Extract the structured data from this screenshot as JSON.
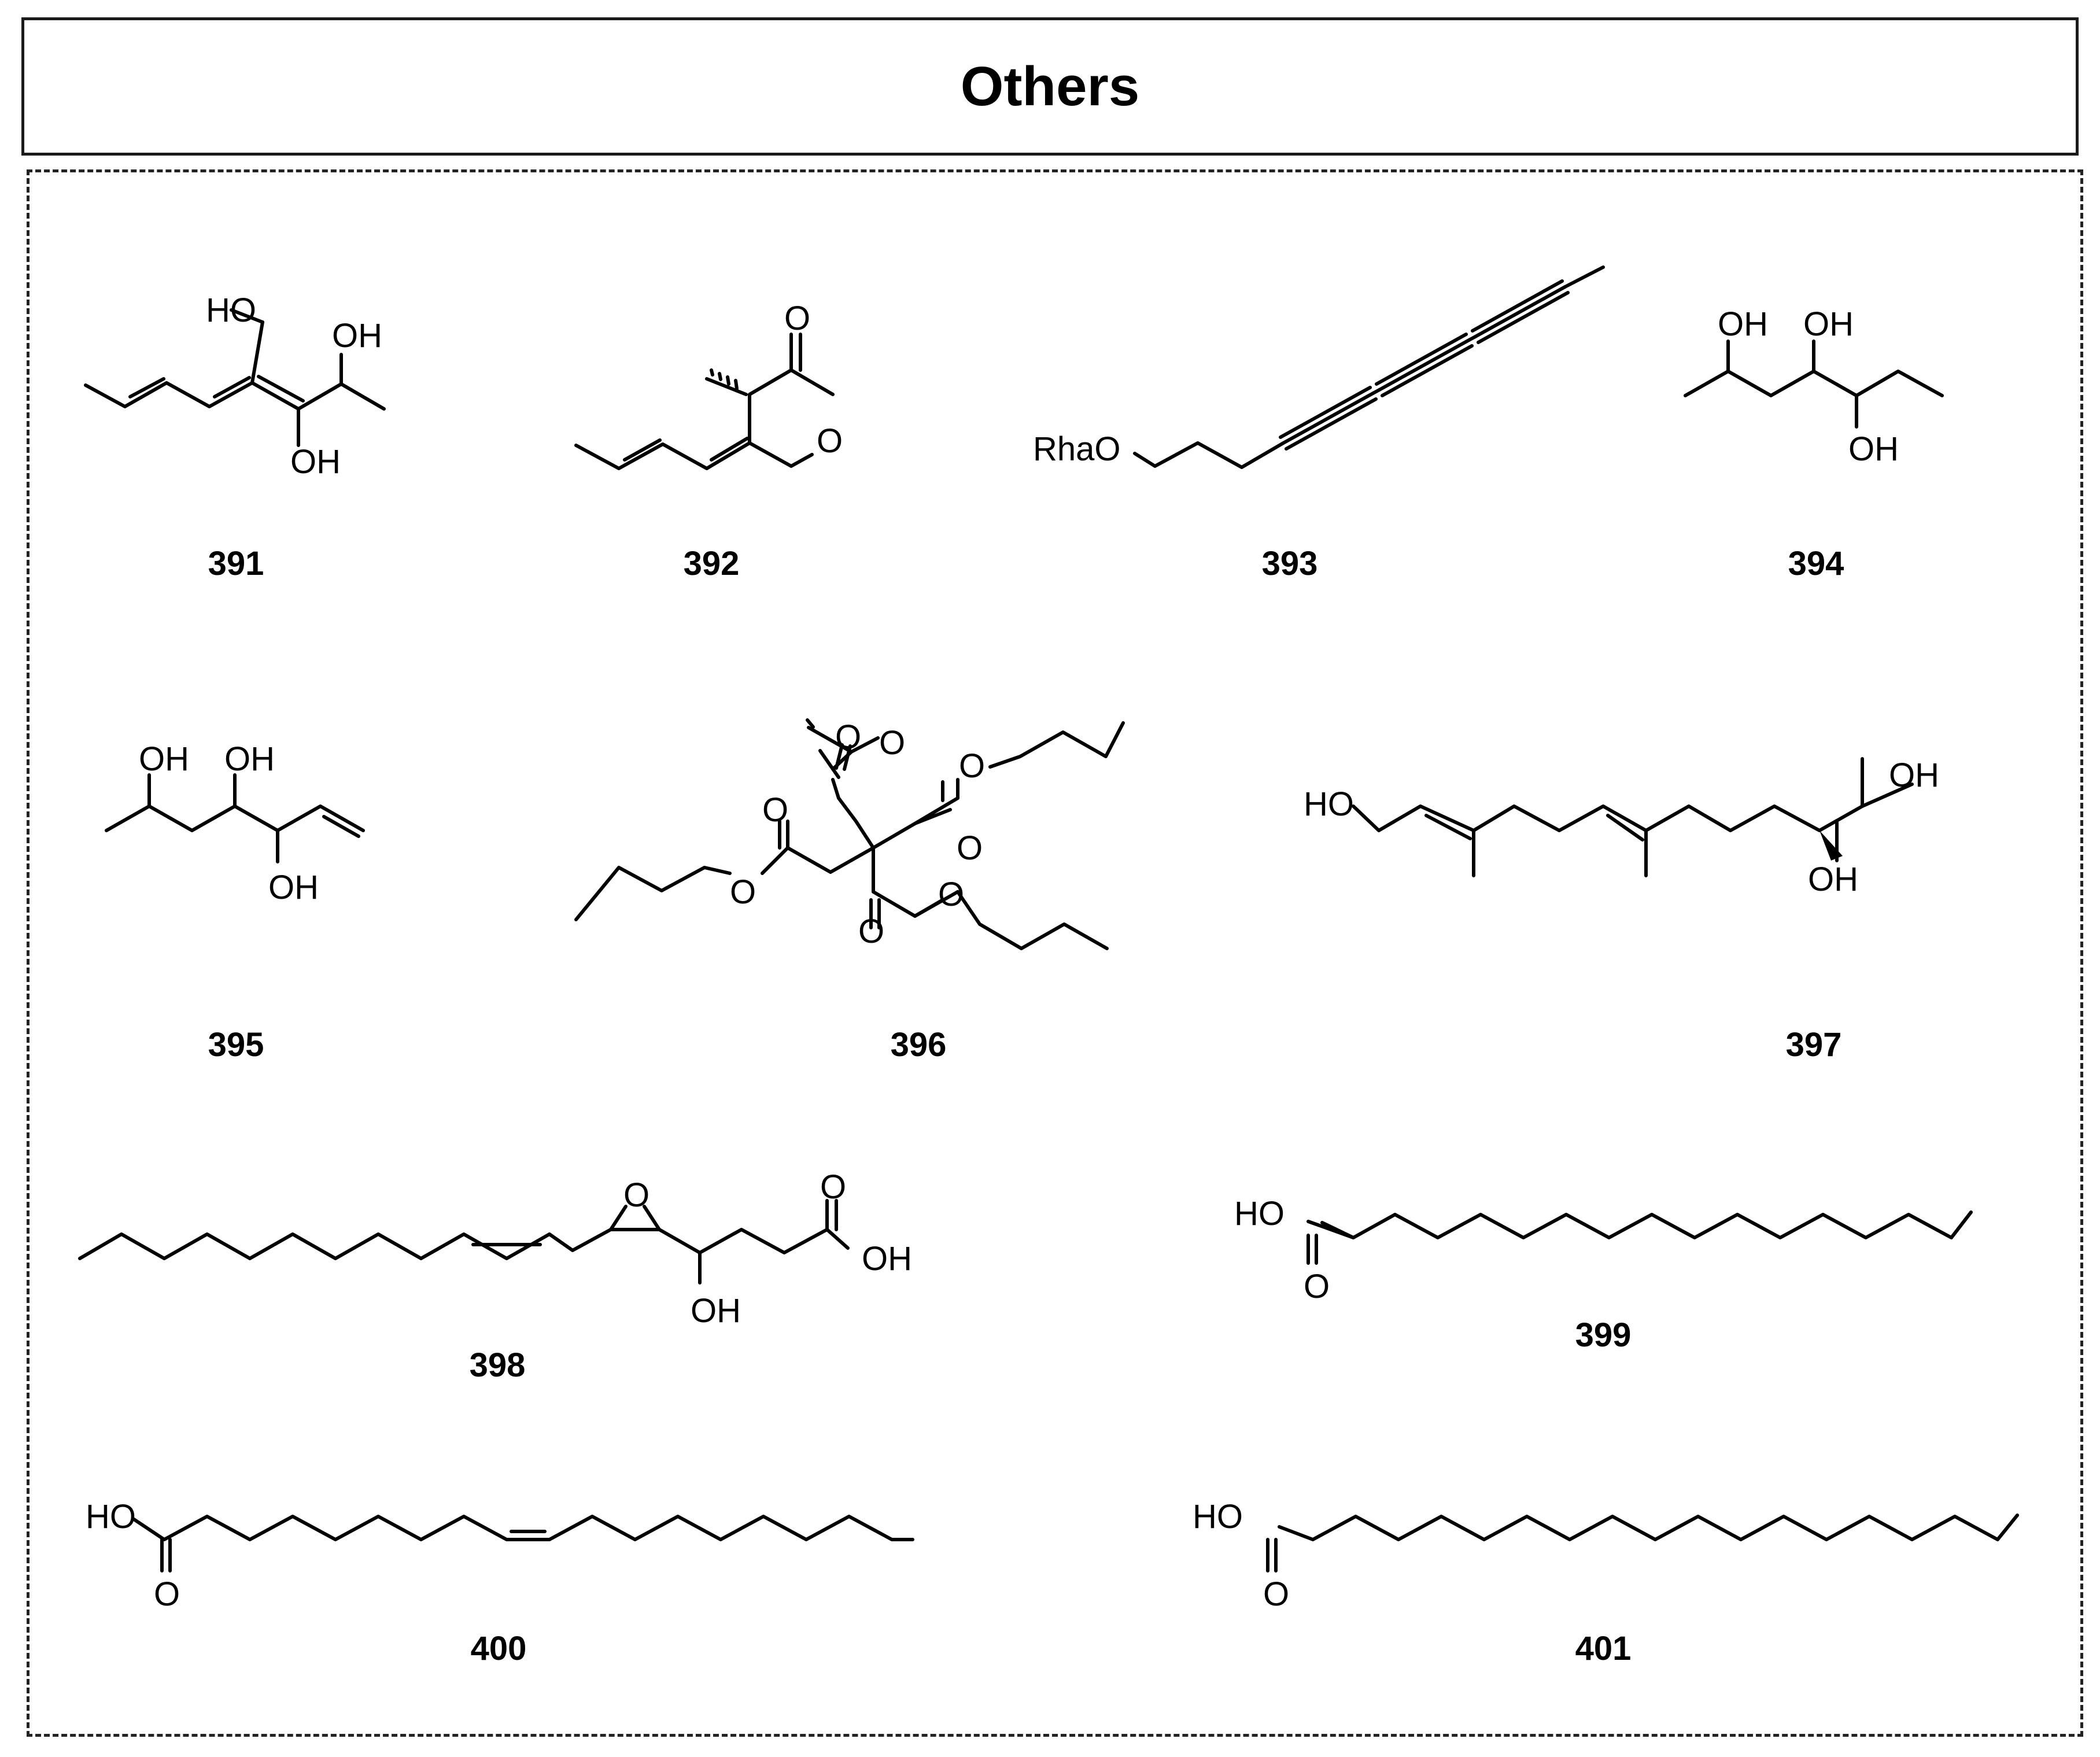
{
  "title": "Others",
  "compounds": [
    {
      "id": "391",
      "atoms": [
        "HO",
        "OH",
        "OH"
      ]
    },
    {
      "id": "392",
      "atoms": [
        "O",
        "O"
      ]
    },
    {
      "id": "393",
      "atoms": [
        "RhaO"
      ]
    },
    {
      "id": "394",
      "atoms": [
        "OH",
        "OH",
        "OH"
      ]
    },
    {
      "id": "395",
      "atoms": [
        "OH",
        "OH",
        "OH"
      ]
    },
    {
      "id": "396",
      "atoms": [
        "O",
        "O",
        "O",
        "O",
        "O",
        "O",
        "O",
        "O"
      ]
    },
    {
      "id": "397",
      "atoms": [
        "HO",
        "OH",
        "OH"
      ]
    },
    {
      "id": "398",
      "atoms": [
        "O",
        "O",
        "OH",
        "OH"
      ]
    },
    {
      "id": "399",
      "atoms": [
        "HO",
        "O"
      ]
    },
    {
      "id": "400",
      "atoms": [
        "HO",
        "O"
      ]
    },
    {
      "id": "401",
      "atoms": [
        "HO",
        "O"
      ]
    }
  ]
}
